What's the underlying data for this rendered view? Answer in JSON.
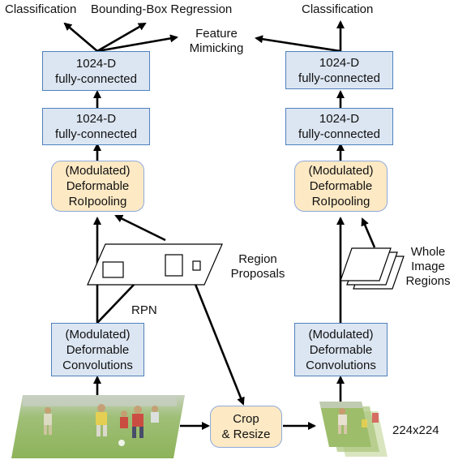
{
  "left": {
    "classification": "Classification",
    "bbox_regression": "Bounding-Box Regression",
    "fc_top": {
      "line1": "1024-D",
      "line2": "fully-connected"
    },
    "fc_bottom": {
      "line1": "1024-D",
      "line2": "fully-connected"
    },
    "roipool": {
      "line1": "(Modulated)",
      "line2": "Deformable",
      "line3": "RoIpooling"
    },
    "conv": {
      "line1": "(Modulated)",
      "line2": "Deformable",
      "line3": "Convolutions"
    },
    "rpn": "RPN"
  },
  "feature_mimicking": {
    "line1": "Feature",
    "line2": "Mimicking"
  },
  "region_proposals": {
    "line1": "Region",
    "line2": "Proposals"
  },
  "crop": {
    "line1": "Crop",
    "line2": "& Resize"
  },
  "right": {
    "classification": "Classification",
    "fc_top": {
      "line1": "1024-D",
      "line2": "fully-connected"
    },
    "fc_bottom": {
      "line1": "1024-D",
      "line2": "fully-connected"
    },
    "roipool": {
      "line1": "(Modulated)",
      "line2": "Deformable",
      "line3": "RoIpooling"
    },
    "conv": {
      "line1": "(Modulated)",
      "line2": "Deformable",
      "line3": "Convolutions"
    },
    "whole_image": {
      "line1": "Whole",
      "line2": "Image",
      "line3": "Regions"
    },
    "size": "224x224"
  },
  "colors": {
    "fc_fill": "#dce6f2",
    "fc_border": "#4f81bd",
    "pool_fill": "#fde9c4",
    "pool_border": "#8eaadb",
    "arrow": "#000000",
    "grass": "#7fa64a"
  }
}
